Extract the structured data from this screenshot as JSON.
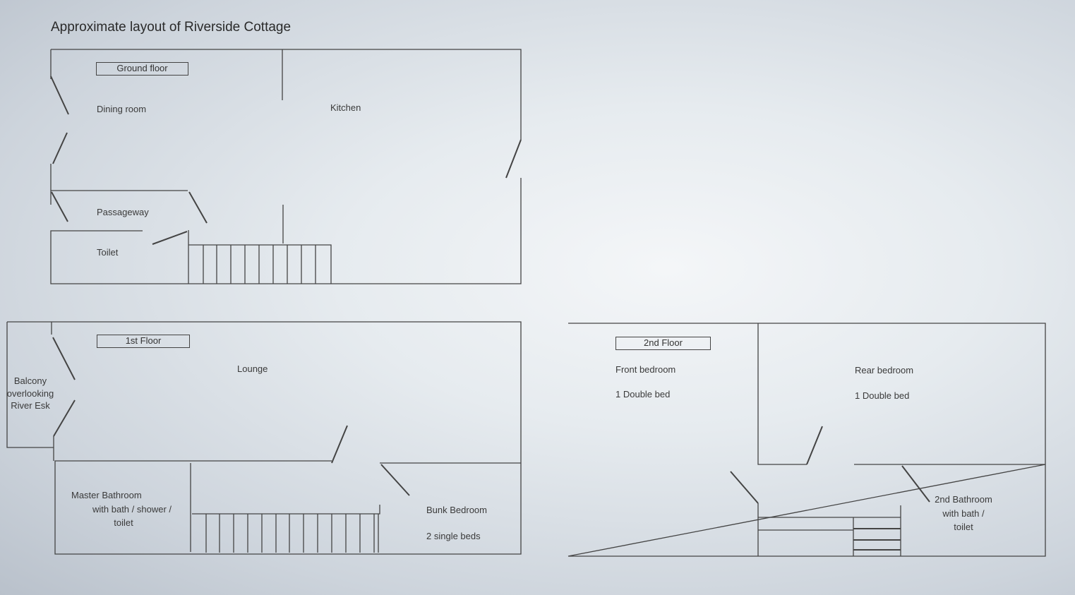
{
  "title": "Approximate layout of Riverside Cottage",
  "ground": {
    "label": "Ground floor",
    "rooms": {
      "dining": "Dining room",
      "kitchen": "Kitchen",
      "passage": "Passageway",
      "toilet": "Toilet"
    }
  },
  "first": {
    "label": "1st Floor",
    "lounge": "Lounge",
    "balcony": [
      "Balcony",
      "overlooking",
      "River Esk"
    ],
    "bathroom": [
      "Master Bathroom",
      "with bath / shower /",
      "toilet"
    ],
    "bunk": "Bunk Bedroom",
    "bunk_beds": "2 single beds"
  },
  "second": {
    "label": "2nd Floor",
    "front": "Front bedroom",
    "front_beds": "1 Double bed",
    "rear": "Rear bedroom",
    "rear_beds": "1 Double bed",
    "bathroom": [
      "2nd Bathroom",
      "with bath /",
      "toilet"
    ]
  }
}
